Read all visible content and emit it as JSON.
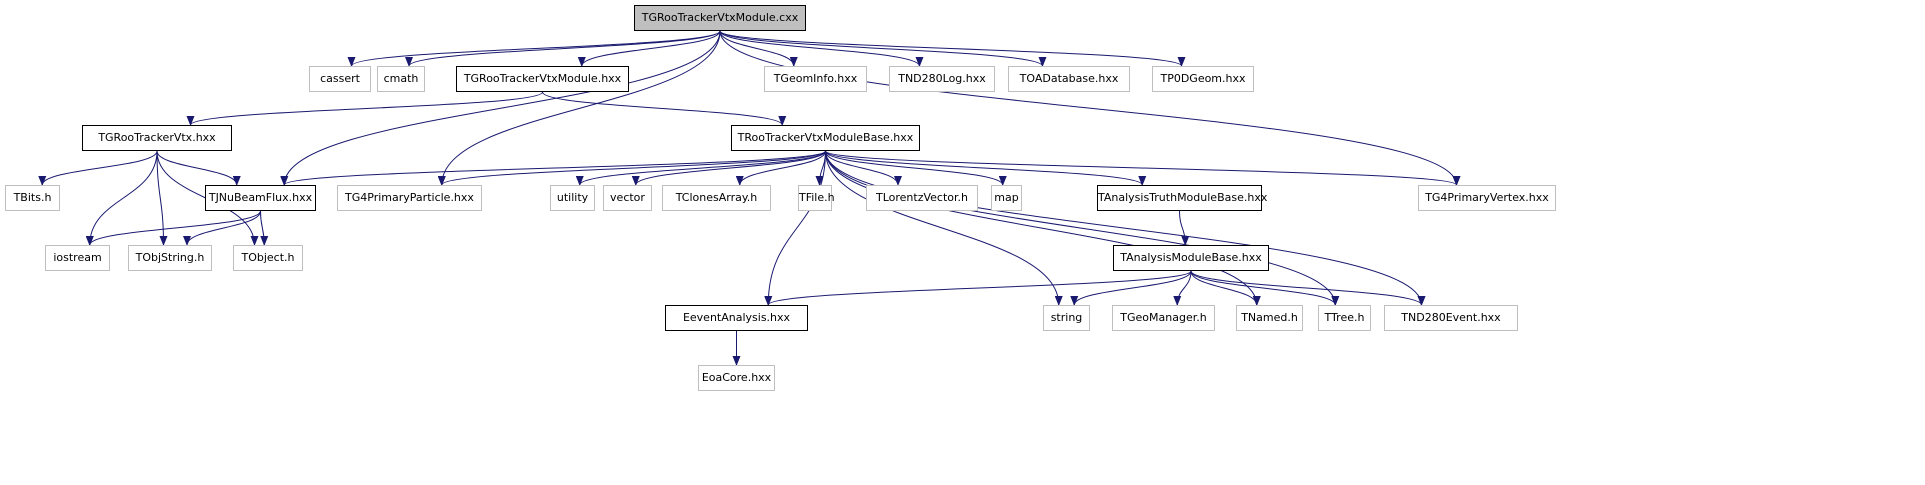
{
  "colors": {
    "edge": "#191970",
    "main_fill": "#bfbfbf",
    "external_border": "#bfbfbf",
    "documented_border": "#000000"
  },
  "nodes": {
    "main": "TGRooTrackerVtxModule.cxx",
    "cassert": "cassert",
    "cmath": "cmath",
    "module_hxx": "TGRooTrackerVtxModule.hxx",
    "geominfo": "TGeomInfo.hxx",
    "nd280log": "TND280Log.hxx",
    "oadatabase": "TOADatabase.hxx",
    "p0dgeom": "TP0DGeom.hxx",
    "vtx_hxx": "TGRooTrackerVtx.hxx",
    "modulebase": "TRooTrackerVtxModuleBase.hxx",
    "tbits": "TBits.h",
    "jnubeamflux": "TJNuBeamFlux.hxx",
    "g4primaryparticle": "TG4PrimaryParticle.hxx",
    "utility": "utility",
    "vector": "vector",
    "tclonesarray": "TClonesArray.h",
    "tfile": "TFile.h",
    "tlorentzvector": "TLorentzVector.h",
    "map": "map",
    "truthmodulebase": "TAnalysisTruthModuleBase.hxx",
    "g4primaryvertex": "TG4PrimaryVertex.hxx",
    "iostream": "iostream",
    "tobjstring": "TObjString.h",
    "tobject": "TObject.h",
    "analysismodulebase": "TAnalysisModuleBase.hxx",
    "eeventanalysis": "EeventAnalysis.hxx",
    "string": "string",
    "tgeomanager": "TGeoManager.h",
    "tnamed": "TNamed.h",
    "ttree": "TTree.h",
    "tnd280event": "TND280Event.hxx",
    "eoacore": "EoaCore.hxx"
  },
  "edges": [
    [
      "main",
      "cassert"
    ],
    [
      "main",
      "cmath"
    ],
    [
      "main",
      "module_hxx"
    ],
    [
      "main",
      "jnubeamflux"
    ],
    [
      "main",
      "g4primaryparticle"
    ],
    [
      "main",
      "geominfo"
    ],
    [
      "main",
      "nd280log"
    ],
    [
      "main",
      "oadatabase"
    ],
    [
      "main",
      "p0dgeom"
    ],
    [
      "main",
      "g4primaryvertex"
    ],
    [
      "module_hxx",
      "vtx_hxx"
    ],
    [
      "module_hxx",
      "modulebase"
    ],
    [
      "vtx_hxx",
      "tbits"
    ],
    [
      "vtx_hxx",
      "jnubeamflux"
    ],
    [
      "vtx_hxx",
      "iostream"
    ],
    [
      "vtx_hxx",
      "tobjstring"
    ],
    [
      "vtx_hxx",
      "tobject"
    ],
    [
      "jnubeamflux",
      "iostream"
    ],
    [
      "jnubeamflux",
      "tobjstring"
    ],
    [
      "jnubeamflux",
      "tobject"
    ],
    [
      "modulebase",
      "jnubeamflux"
    ],
    [
      "modulebase",
      "g4primaryparticle"
    ],
    [
      "modulebase",
      "utility"
    ],
    [
      "modulebase",
      "vector"
    ],
    [
      "modulebase",
      "tclonesarray"
    ],
    [
      "modulebase",
      "tfile"
    ],
    [
      "modulebase",
      "tlorentzvector"
    ],
    [
      "modulebase",
      "map"
    ],
    [
      "modulebase",
      "truthmodulebase"
    ],
    [
      "modulebase",
      "g4primaryvertex"
    ],
    [
      "modulebase",
      "eeventanalysis"
    ],
    [
      "modulebase",
      "string"
    ],
    [
      "modulebase",
      "tnamed"
    ],
    [
      "modulebase",
      "ttree"
    ],
    [
      "modulebase",
      "tnd280event"
    ],
    [
      "truthmodulebase",
      "analysismodulebase"
    ],
    [
      "analysismodulebase",
      "eeventanalysis"
    ],
    [
      "analysismodulebase",
      "string"
    ],
    [
      "analysismodulebase",
      "tgeomanager"
    ],
    [
      "analysismodulebase",
      "tnamed"
    ],
    [
      "analysismodulebase",
      "ttree"
    ],
    [
      "analysismodulebase",
      "tnd280event"
    ],
    [
      "eeventanalysis",
      "eoacore"
    ]
  ]
}
